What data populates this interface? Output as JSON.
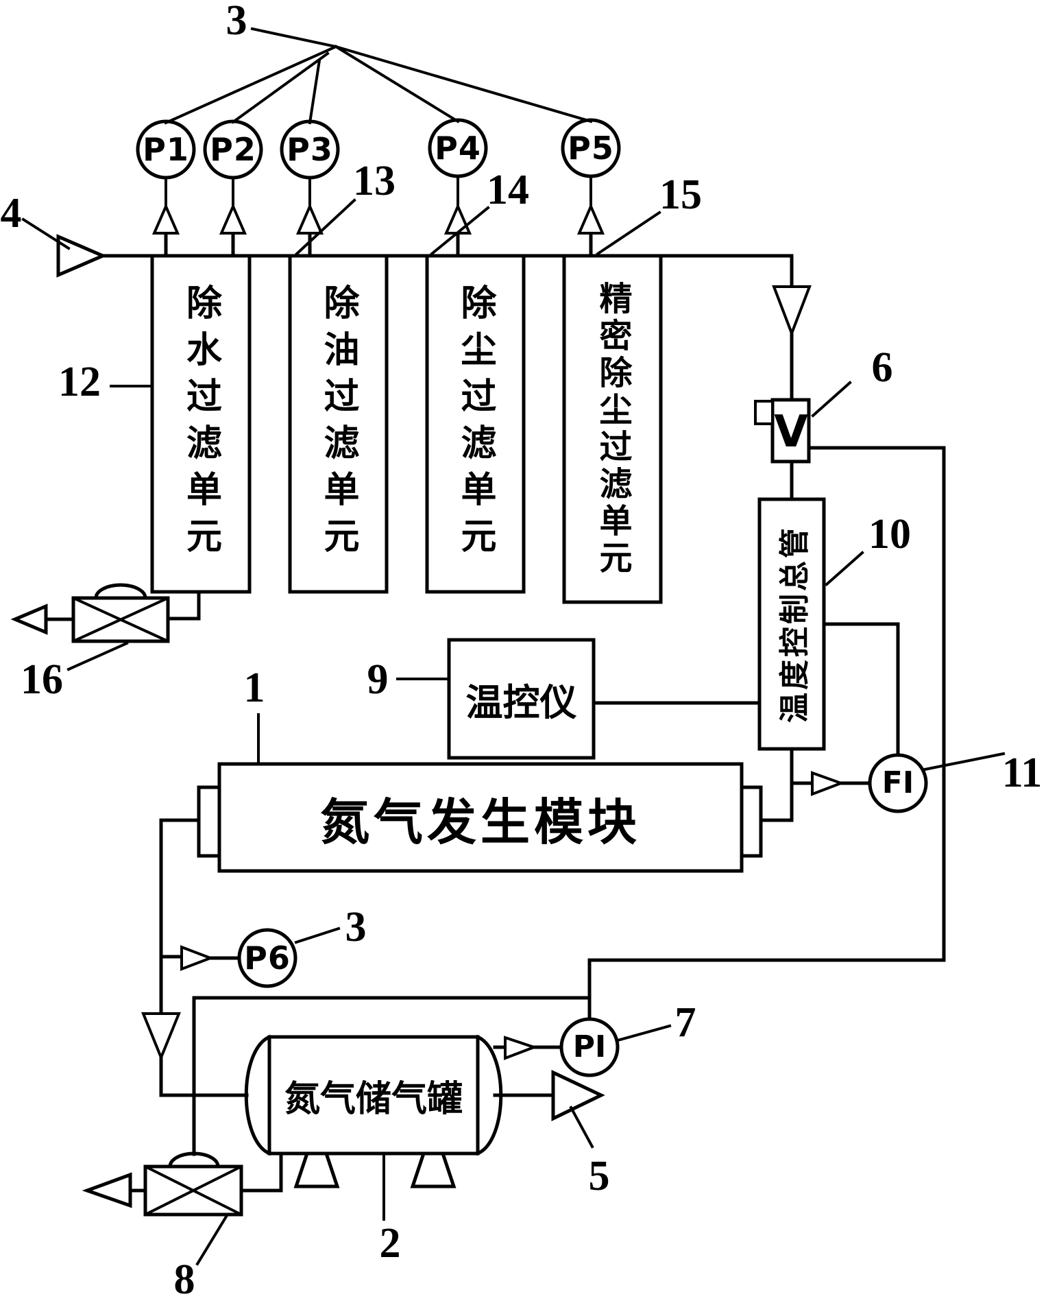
{
  "colors": {
    "line": "#000000",
    "background": "#ffffff"
  },
  "reference_numbers": {
    "module": "1",
    "tank": "2",
    "gauges_top": "3",
    "gauge_p6": "3",
    "inlet": "4",
    "outlet": "5",
    "valve_v": "6",
    "pi_gauge": "7",
    "tank_drain_valve": "8",
    "temp_controller": "9",
    "heated_pipe": "10",
    "flow_indicator": "11",
    "water_filter": "12",
    "oil_filter": "13",
    "dust_filter": "14",
    "precision_filter": "15",
    "filter_drain_valve": "16"
  },
  "components": {
    "filter_units": [
      {
        "label": "除水过滤单元"
      },
      {
        "label": "除油过滤单元"
      },
      {
        "label": "除尘过滤单元"
      },
      {
        "label": "精密除尘过滤单元"
      }
    ],
    "pressure_gauges": [
      {
        "label": "P1"
      },
      {
        "label": "P2"
      },
      {
        "label": "P3"
      },
      {
        "label": "P4"
      },
      {
        "label": "P5"
      },
      {
        "label": "P6"
      }
    ],
    "flow_indicator": {
      "label": "FI"
    },
    "pressure_indicator": {
      "label": "PI"
    },
    "valve": {
      "label": "V"
    },
    "temp_controller": {
      "label": "温控仪"
    },
    "heated_pipe": {
      "label": "温度控制总管"
    },
    "nitrogen_module": {
      "label": "氮气发生模块"
    },
    "nitrogen_tank": {
      "label": "氮气储气罐"
    }
  }
}
